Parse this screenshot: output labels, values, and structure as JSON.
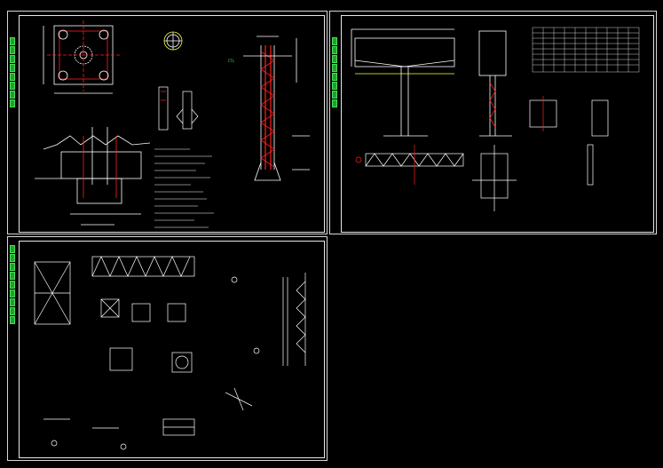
{
  "viewport": {
    "background": "#000000"
  },
  "colors": {
    "frame": "#d8d8d8",
    "line": "#ffffff",
    "red": "#ff2020",
    "yellow": "#ffff40",
    "green": "#28c838",
    "cyan": "#40e0ff"
  },
  "sheets": [
    {
      "id": "sheet-1",
      "labels": {
        "ctl": "CTL"
      }
    },
    {
      "id": "sheet-2",
      "labels": {}
    },
    {
      "id": "sheet-3",
      "labels": {}
    }
  ]
}
